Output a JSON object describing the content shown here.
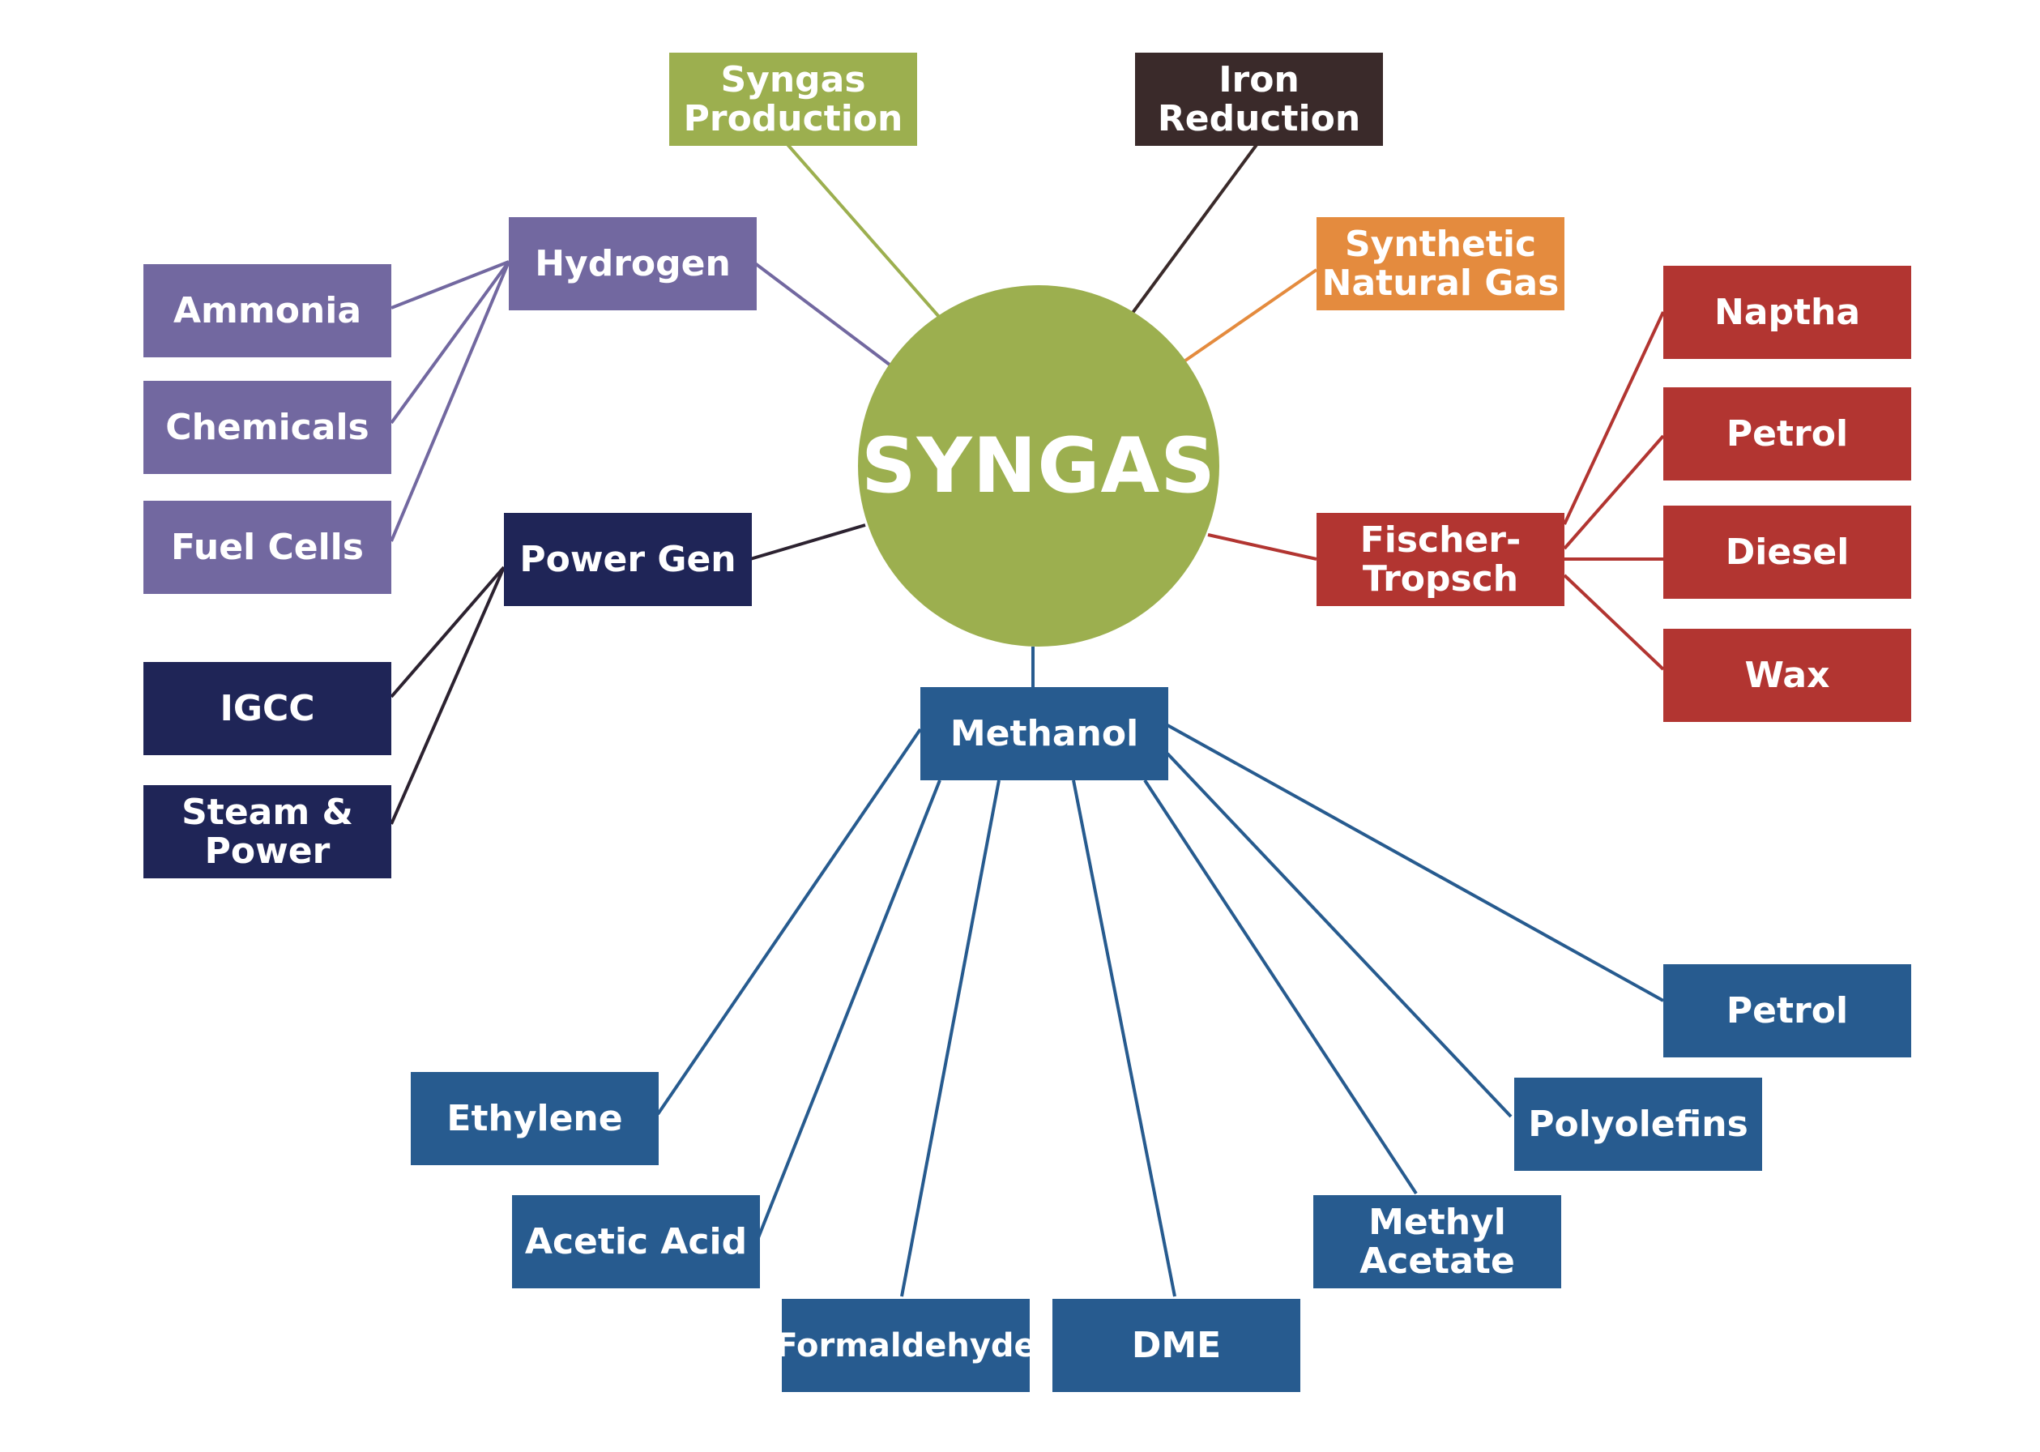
{
  "colors": {
    "green": "#9caf4f",
    "purple": "#7268a0",
    "navy": "#1f2557",
    "darkbrown": "#3a2a2a",
    "orange": "#e48b3e",
    "red": "#b23531",
    "blue": "#275b8f",
    "darknavy_link": "#2c2230"
  },
  "hub": {
    "label": "SYNGAS"
  },
  "branches": {
    "syngas_production": "Syngas Production",
    "iron_reduction": "Iron Reduction",
    "synthetic_natural_gas": "Synthetic Natural Gas",
    "hydrogen": "Hydrogen",
    "power_gen": "Power Gen",
    "fischer_tropsch": "Fischer-Tropsch",
    "methanol": "Methanol"
  },
  "hydrogen_products": [
    "Ammonia",
    "Chemicals",
    "Fuel Cells"
  ],
  "power_products": [
    "IGCC",
    "Steam & Power"
  ],
  "ft_products": [
    "Naptha",
    "Petrol",
    "Diesel",
    "Wax"
  ],
  "methanol_products": [
    "Ethylene",
    "Acetic Acid",
    "Formaldehyde",
    "DME",
    "Methyl Acetate",
    "Polyolefins",
    "Petrol"
  ]
}
